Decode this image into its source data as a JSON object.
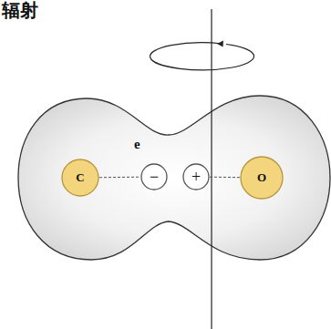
{
  "diagram": {
    "nodes": [
      {
        "text": [
          "C"
        ]
      },
      {
        "text": [
          "−"
        ]
      },
      {
        "text": [
          "+"
        ]
      },
      {
        "text": [
          "O"
        ]
      }
    ],
    "edges": [
      {
        "from": 0,
        "to": 1,
        "arrow": "none"
      },
      {
        "from": 2,
        "to": 3,
        "arrow": "none"
      }
    ],
    "labels": [
      "辐射",
      "e"
    ]
  }
}
